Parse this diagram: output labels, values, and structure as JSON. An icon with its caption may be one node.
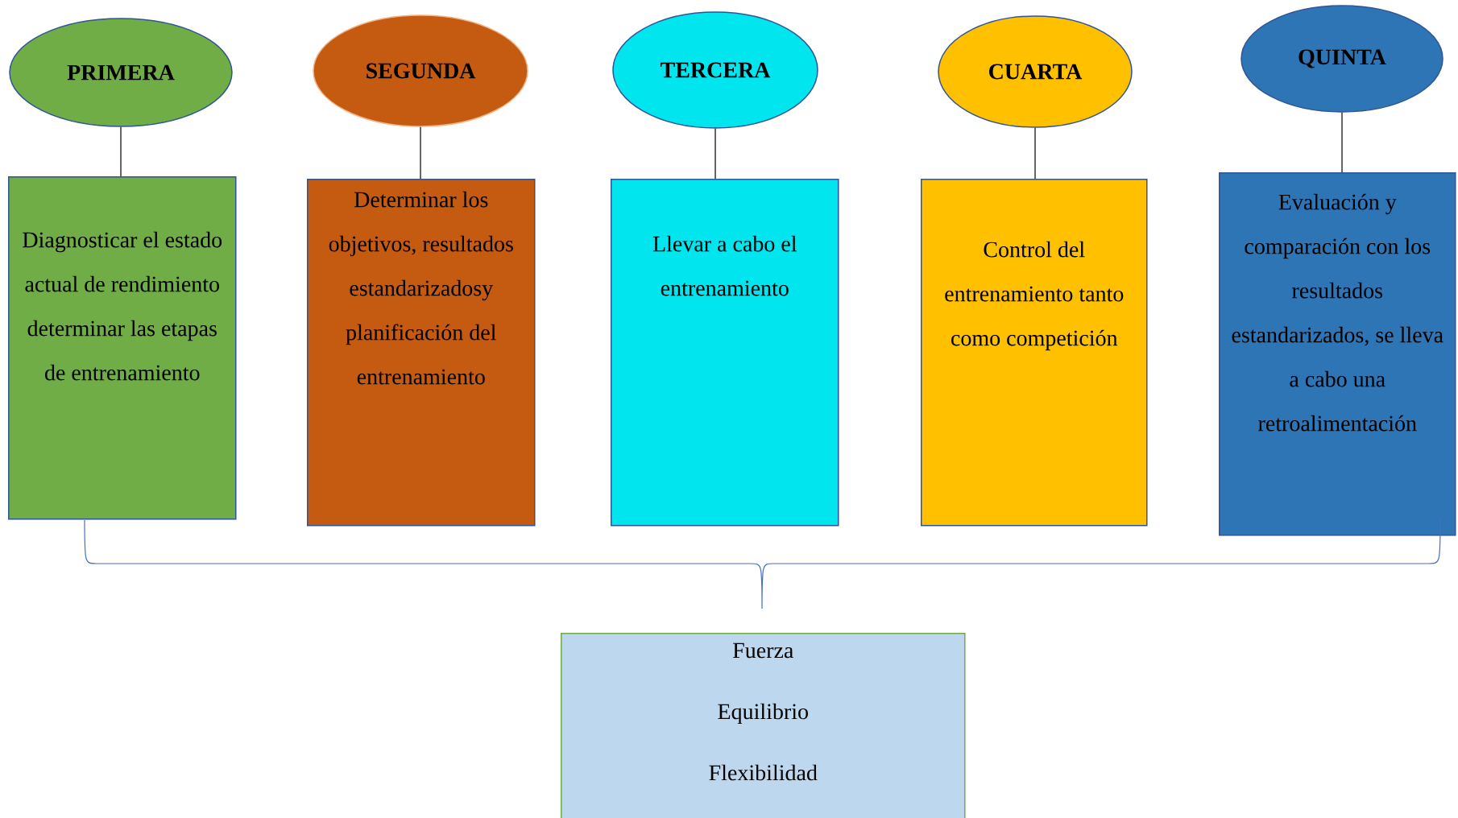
{
  "diagram": {
    "nodes": [
      {
        "text": [
          "PRIMERA"
        ]
      },
      {
        "text": [
          "SEGUNDA"
        ]
      },
      {
        "text": [
          "TERCERA"
        ]
      },
      {
        "text": [
          "CUARTA"
        ]
      },
      {
        "text": [
          "QUINTA"
        ]
      },
      {
        "text": [
          "Diagnosticar el estado actual de rendimiento determinar las etapas de entrenamiento"
        ]
      },
      {
        "text": [
          "Determinar los objetivos, resultados estandarizadosy planificación del entrenamiento"
        ]
      },
      {
        "text": [
          "Llevar a cabo el entrenamiento"
        ]
      },
      {
        "text": [
          "Control del entrenamiento tanto como competición"
        ]
      },
      {
        "text": [
          "Evaluación y comparación con los resultados estandarizados, se lleva a cabo una retroalimentación"
        ]
      },
      {
        "text": [
          "Fuerza",
          "Equilibrio",
          "Flexibilidad"
        ]
      }
    ],
    "edges": [
      {
        "from": 0,
        "to": 5,
        "arrow": "none"
      },
      {
        "from": 1,
        "to": 6,
        "arrow": "none"
      },
      {
        "from": 2,
        "to": 7,
        "arrow": "none"
      },
      {
        "from": 3,
        "to": 8,
        "arrow": "none"
      },
      {
        "from": 4,
        "to": 9,
        "arrow": "none"
      }
    ]
  }
}
